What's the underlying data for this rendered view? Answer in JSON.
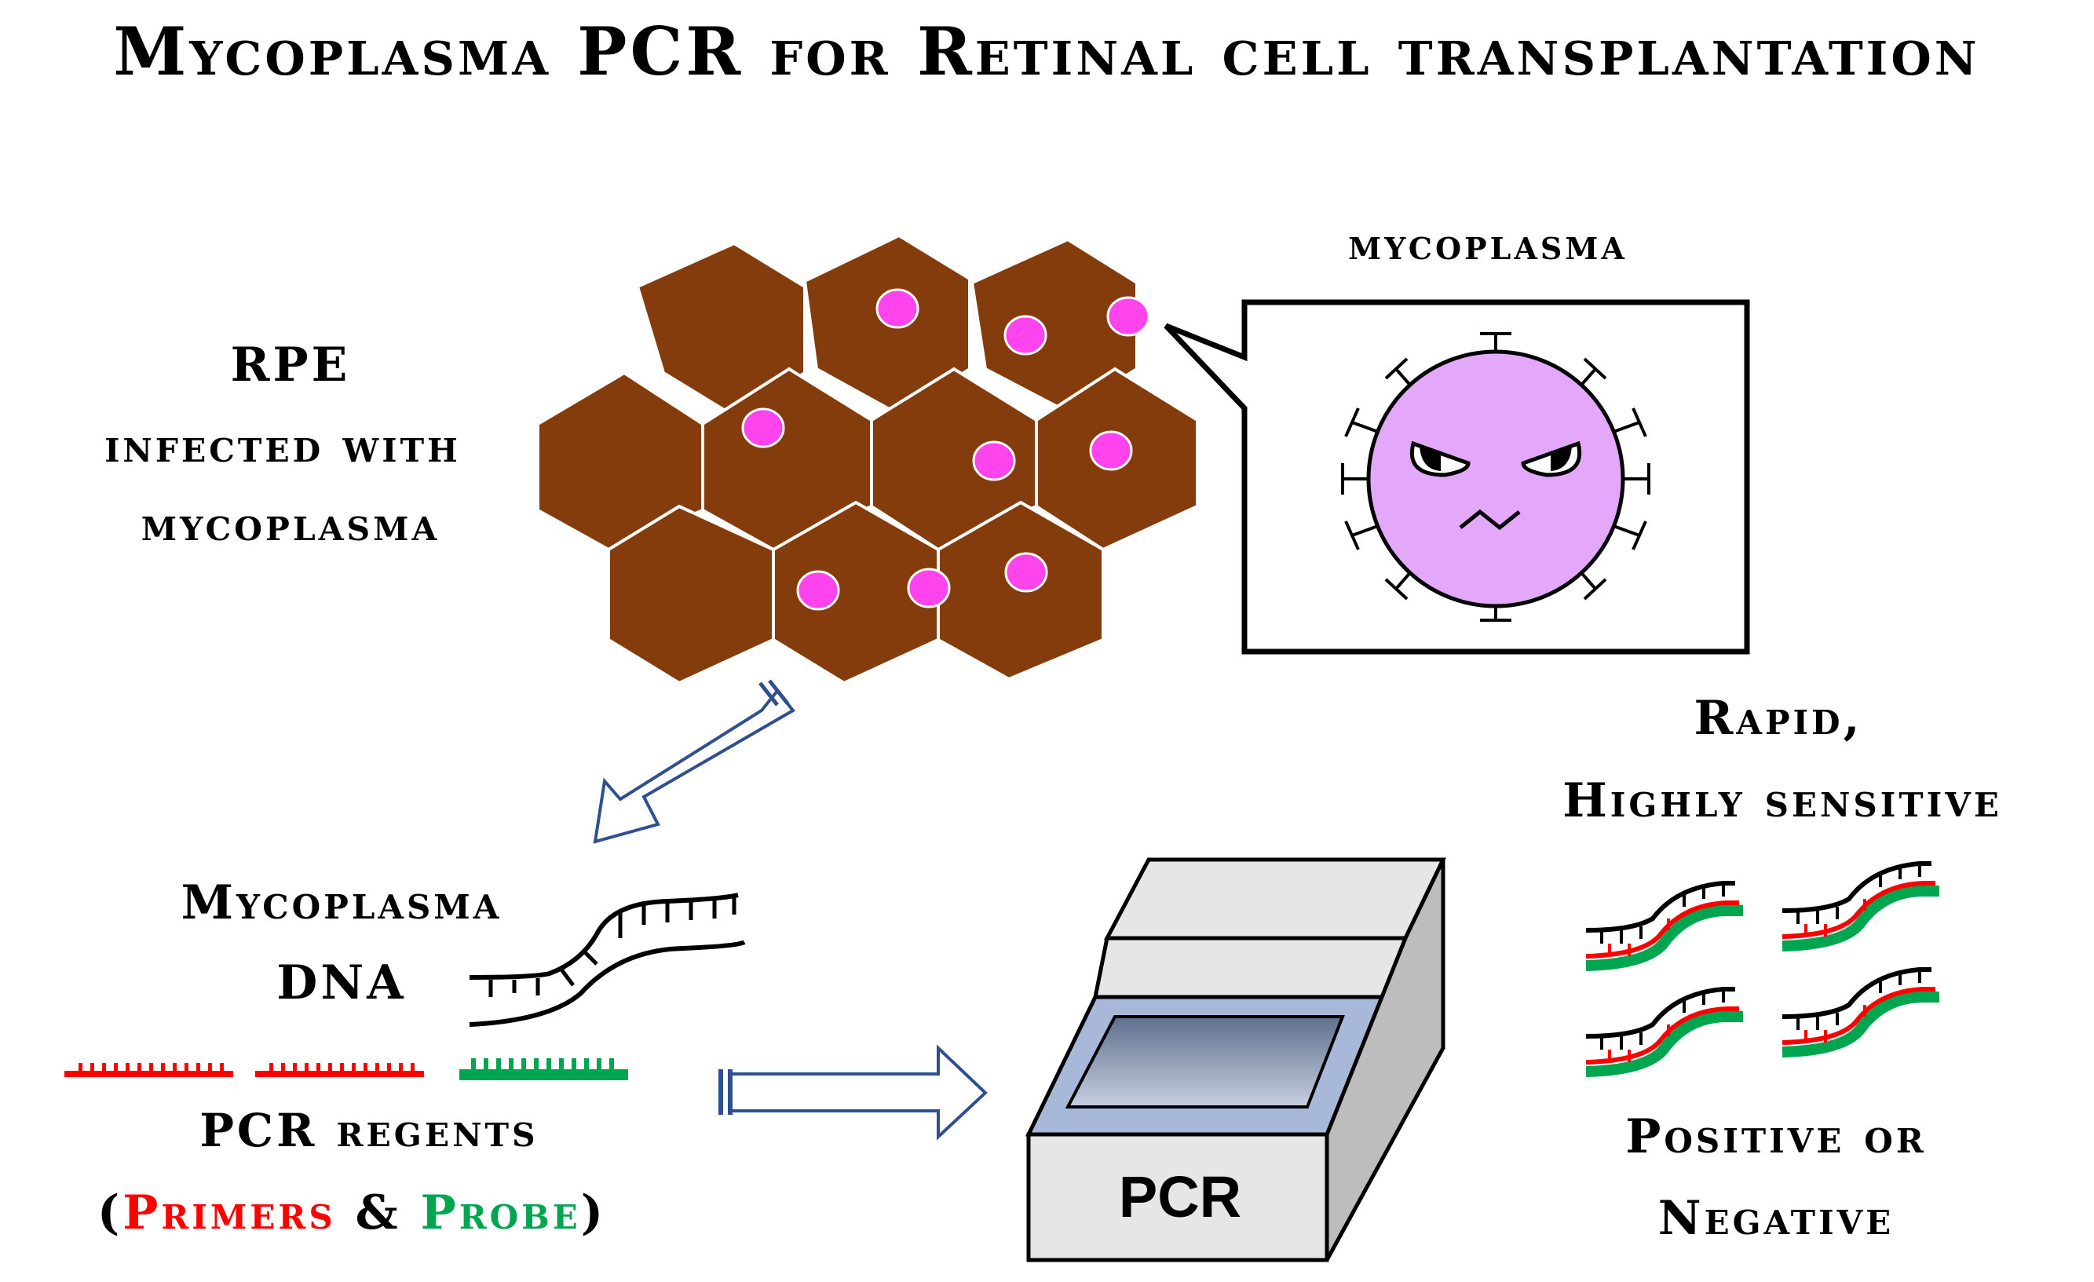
{
  "title": "Mycoplasma PCR for Retinal cell transplantation",
  "rpe_label": {
    "line1": "RPE",
    "line2": "infected with",
    "line3": "mycoplasma"
  },
  "mycoplasma_bubble_label": "mycoplasma",
  "dna_label": {
    "line1": "Mycoplasma",
    "line2": "DNA"
  },
  "reagents_label": {
    "line1": "PCR regents",
    "open_paren": "(",
    "primers": "Primers",
    "ampersand": " & ",
    "probe": "Probe",
    "close_paren": ")"
  },
  "machine_label": "PCR",
  "result_label": {
    "line1": "Rapid,",
    "line2": "Highly sensitive",
    "line3": "Positive or",
    "line4": "Negative"
  },
  "colors": {
    "cell_fill": "#843c0c",
    "nucleus_fill": "#ff44ee",
    "mycoplasma_fill": "#e4a8fa",
    "primer_red": "#ff0000",
    "probe_green": "#00a550",
    "arrow_stroke": "#2f4f8f",
    "machine_gray": "#e6e6e6",
    "machine_side": "#bdbdbd",
    "machine_tray": "#a8b8d8"
  }
}
